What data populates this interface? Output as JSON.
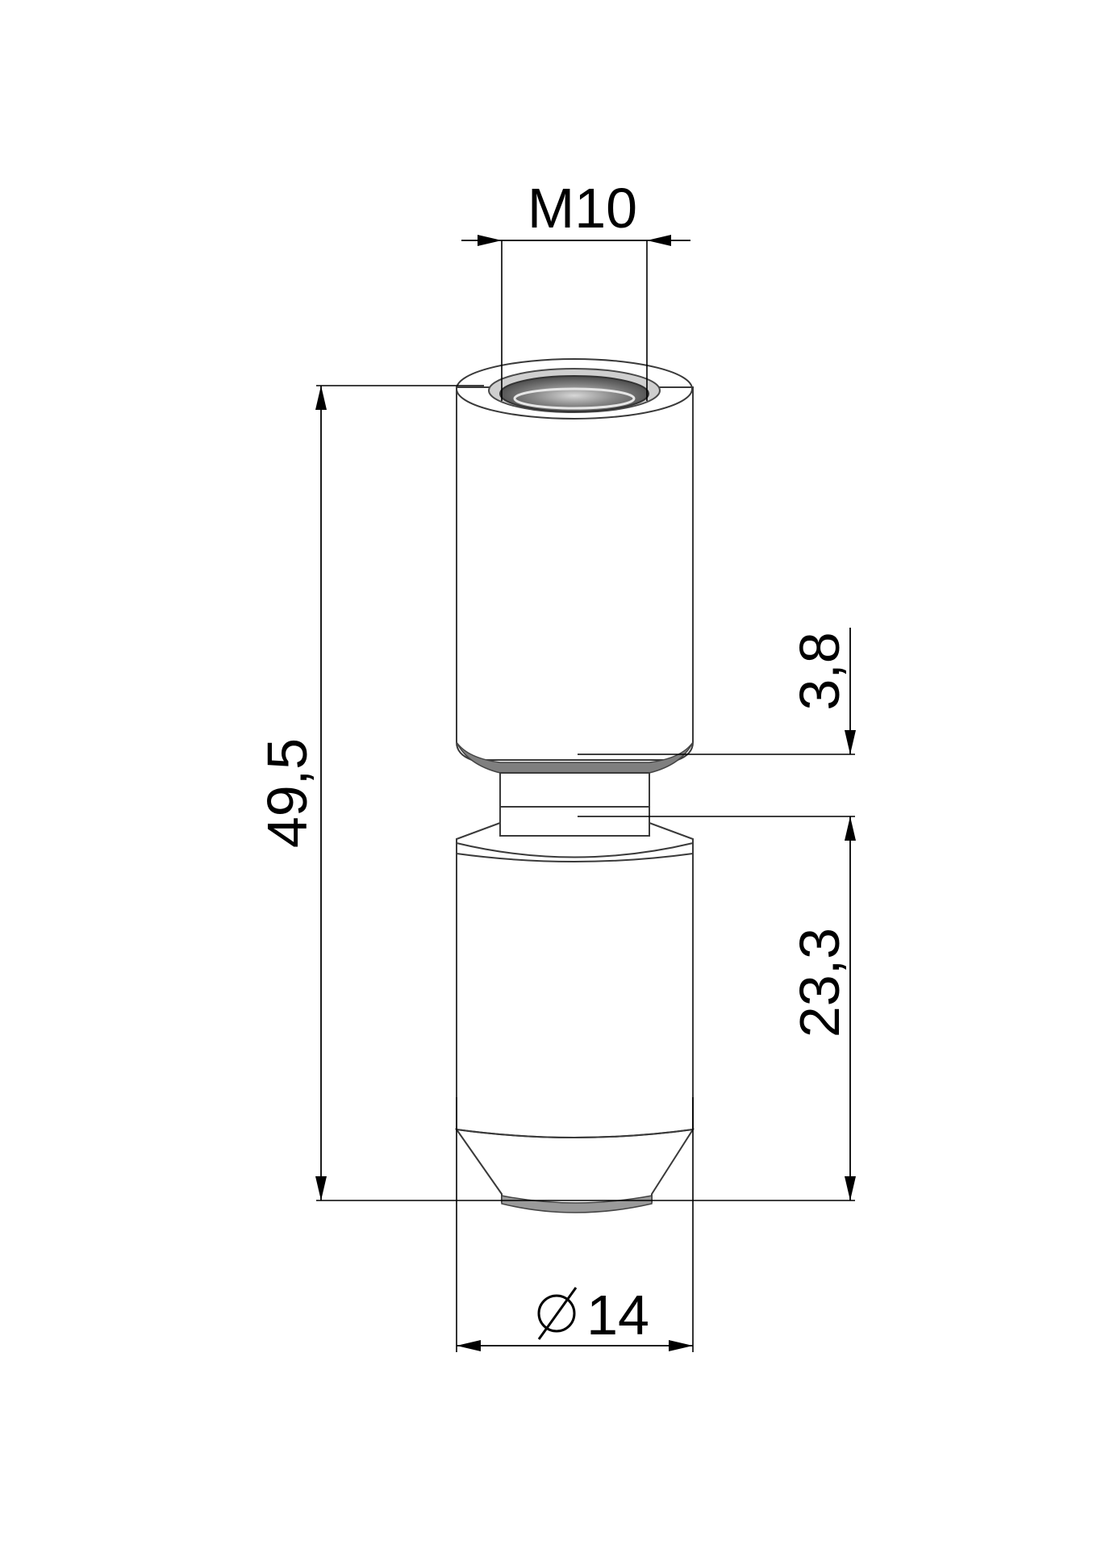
{
  "drawing": {
    "dimensions": {
      "thread": "M10",
      "overall_length": "49,5",
      "groove_width": "3,8",
      "lower_length": "23,3",
      "diameter": "14"
    },
    "diameter_symbol": "diameter-symbol-icon",
    "colors": {
      "background": "#ffffff",
      "body_light": "#a8a8a8",
      "body_dark": "#6a6a6a",
      "dimension_lines": "#000000"
    }
  }
}
